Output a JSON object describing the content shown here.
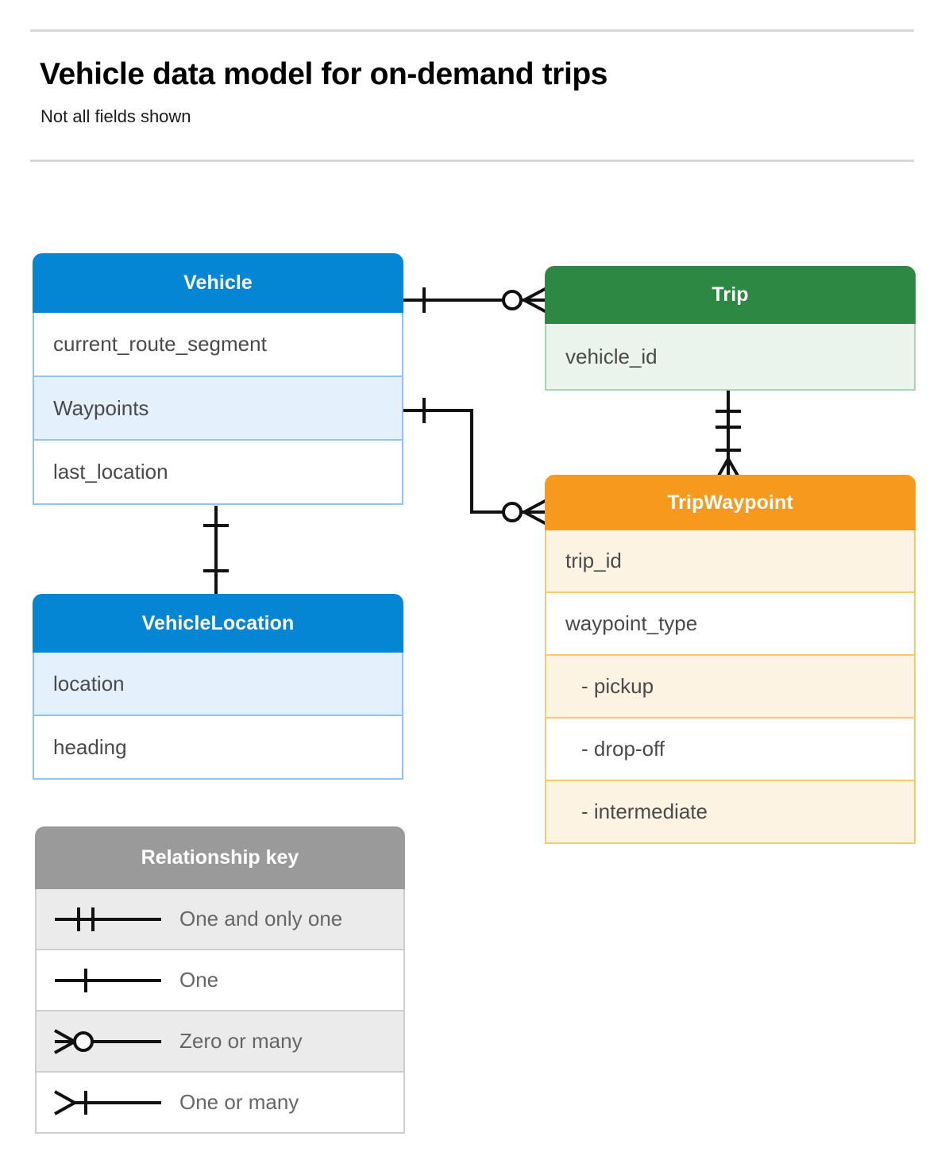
{
  "header": {
    "title": "Vehicle data model for on-demand trips",
    "subtitle": "Not all fields shown"
  },
  "colors": {
    "blue": "#0586d5",
    "blue_row": "#e4f0fb",
    "blue_border": "#8ec5f0",
    "green": "#2d8843",
    "green_row": "#eaf4ed",
    "green_border": "#a8d4b3",
    "orange": "#f7991d",
    "orange_row": "#fdf3e2",
    "orange_border": "#f6c96a",
    "gray": "#9a9a9a",
    "gray_row": "#ebebeb",
    "gray_border": "#cfcfcf",
    "text": "#4a4a4a",
    "rule": "#d8d8d8",
    "connector": "#111111"
  },
  "entities": [
    {
      "id": "vehicle",
      "name": "Vehicle",
      "fields": [
        {
          "label": "current_route_segment",
          "shaded": false
        },
        {
          "label": "Waypoints",
          "shaded": true
        },
        {
          "label": "last_location",
          "shaded": false
        }
      ]
    },
    {
      "id": "trip",
      "name": "Trip",
      "fields": [
        {
          "label": "vehicle_id",
          "shaded": true
        }
      ]
    },
    {
      "id": "tripwaypoint",
      "name": "TripWaypoint",
      "fields": [
        {
          "label": "trip_id",
          "shaded": true
        },
        {
          "label": "waypoint_type",
          "shaded": false
        },
        {
          "label": "-  pickup",
          "shaded": true
        },
        {
          "label": "-  drop-off",
          "shaded": false
        },
        {
          "label": "-  intermediate",
          "shaded": true
        }
      ]
    },
    {
      "id": "vehiclelocation",
      "name": "VehicleLocation",
      "fields": [
        {
          "label": "location",
          "shaded": true
        },
        {
          "label": "heading",
          "shaded": false
        }
      ]
    }
  ],
  "legend": {
    "title": "Relationship key",
    "rows": [
      {
        "symbol": "one-and-only-one-symbol",
        "label": "One and only one"
      },
      {
        "symbol": "one-symbol",
        "label": "One"
      },
      {
        "symbol": "zero-or-many-symbol",
        "label": "Zero or many"
      },
      {
        "symbol": "one-or-many-symbol",
        "label": "One or many"
      }
    ]
  },
  "relationships": [
    {
      "id": "vehicle-to-trip",
      "from": "Vehicle",
      "to": "Trip",
      "from_cardinality": "One",
      "to_cardinality": "Zero or many"
    },
    {
      "id": "vehicle-waypoints-to-tripwaypoint",
      "from": "Vehicle.Waypoints",
      "to": "TripWaypoint",
      "from_cardinality": "One",
      "to_cardinality": "Zero or many"
    },
    {
      "id": "trip-to-tripwaypoint",
      "from": "Trip",
      "to": "TripWaypoint",
      "from_cardinality": "One and only one",
      "to_cardinality": "One or many"
    },
    {
      "id": "vehicle-to-vehiclelocation",
      "from": "Vehicle",
      "to": "VehicleLocation",
      "from_cardinality": "One",
      "to_cardinality": "One"
    }
  ]
}
